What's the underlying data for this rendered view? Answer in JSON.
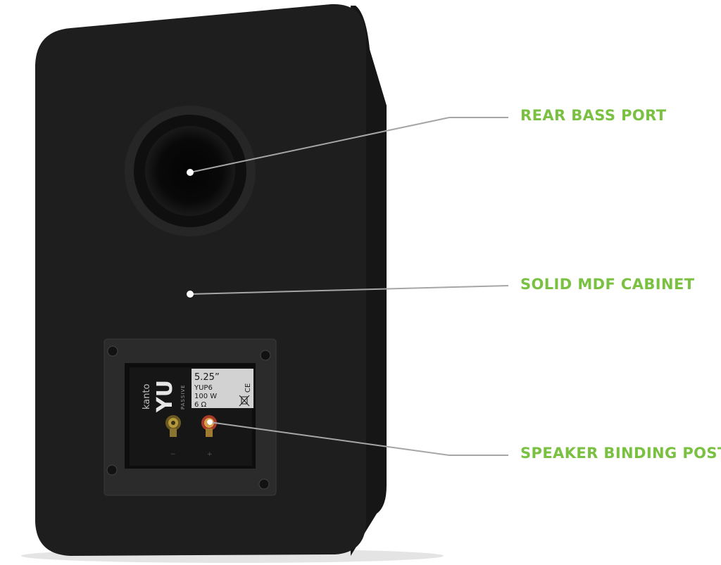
{
  "colors": {
    "label": "#7ac142",
    "leader_line": "#a6a6a6",
    "cabinet": "#1e1e1e",
    "cabinet_side": "#161616",
    "background": "#ffffff"
  },
  "callouts": [
    {
      "id": "rear-bass-port",
      "label": "REAR BASS PORT"
    },
    {
      "id": "solid-mdf-cabinet",
      "label": "SOLID MDF CABINET"
    },
    {
      "id": "speaker-binding-post",
      "label": "SPEAKER BINDING POST"
    }
  ],
  "terminal_plate": {
    "brand": "kanto",
    "model_logo": "YU",
    "type_text": "PASSIVE",
    "driver_size": "5.25”",
    "model": "YUP6",
    "power": "100 W",
    "impedance": "6 Ω",
    "ce_mark": "CE",
    "minus_sign": "−",
    "plus_sign": "+"
  }
}
